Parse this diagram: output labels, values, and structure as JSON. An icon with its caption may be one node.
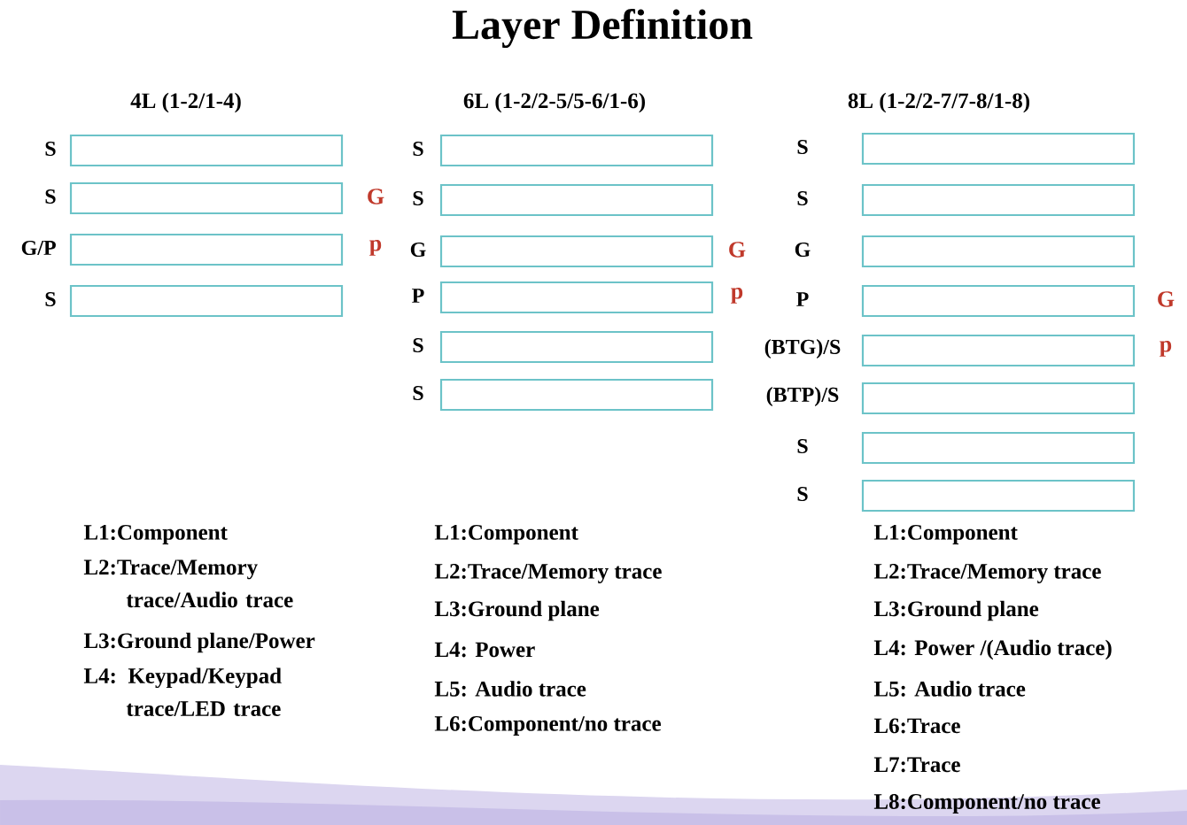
{
  "diagram": {
    "title": "Layer Definition",
    "nodes": [
      {
        "text": [],
        "shape": "box",
        "beside": [
          "S"
        ]
      },
      {
        "text": [],
        "shape": "box",
        "beside": [
          "S",
          "G"
        ]
      },
      {
        "text": [],
        "shape": "box",
        "beside": [
          "G/P",
          "p"
        ]
      },
      {
        "text": [],
        "shape": "box",
        "beside": [
          "S"
        ]
      },
      {
        "text": [],
        "shape": "box",
        "beside": [
          "S"
        ]
      },
      {
        "text": [],
        "shape": "box",
        "beside": [
          "S"
        ]
      },
      {
        "text": [],
        "shape": "box",
        "beside": [
          "G",
          "G"
        ]
      },
      {
        "text": [],
        "shape": "box",
        "beside": [
          "P",
          "p"
        ]
      },
      {
        "text": [],
        "shape": "box",
        "beside": [
          "S"
        ]
      },
      {
        "text": [],
        "shape": "box",
        "beside": [
          "S"
        ]
      },
      {
        "text": [],
        "shape": "box",
        "beside": [
          "S"
        ]
      },
      {
        "text": [],
        "shape": "box",
        "beside": [
          "S"
        ]
      },
      {
        "text": [],
        "shape": "box",
        "beside": [
          "G"
        ]
      },
      {
        "text": [],
        "shape": "box",
        "beside": [
          "P",
          "G"
        ]
      },
      {
        "text": [],
        "shape": "box",
        "beside": [
          "(BTG)/S",
          "p"
        ]
      },
      {
        "text": [],
        "shape": "box",
        "beside": [
          "(BTP)/S"
        ]
      },
      {
        "text": [],
        "shape": "box",
        "beside": [
          "S"
        ]
      },
      {
        "text": [],
        "shape": "box",
        "beside": [
          "S"
        ]
      }
    ],
    "labels": [
      "4L (1-2/1-4)",
      "6L (1-2/2-5/5-6/1-6)",
      "8L (1-2/2-7/7-8/1-8)",
      "L1:Component",
      "L2:Trace/Memory trace/Audio trace",
      "L3:Ground plane/Power",
      "L4: Keypad/Keypad trace/LED trace",
      "L1:Component",
      "L2:Trace/Memory trace",
      "L3:Ground plane",
      "L4: Power",
      "L5: Audio trace",
      "L6:Component/no trace",
      "L1:Component",
      "L2:Trace/Memory trace",
      "L3:Ground plane",
      "L4: Power /(Audio trace)",
      "L5: Audio trace",
      "L6:Trace",
      "L7:Trace",
      "L8:Component/no trace"
    ]
  }
}
